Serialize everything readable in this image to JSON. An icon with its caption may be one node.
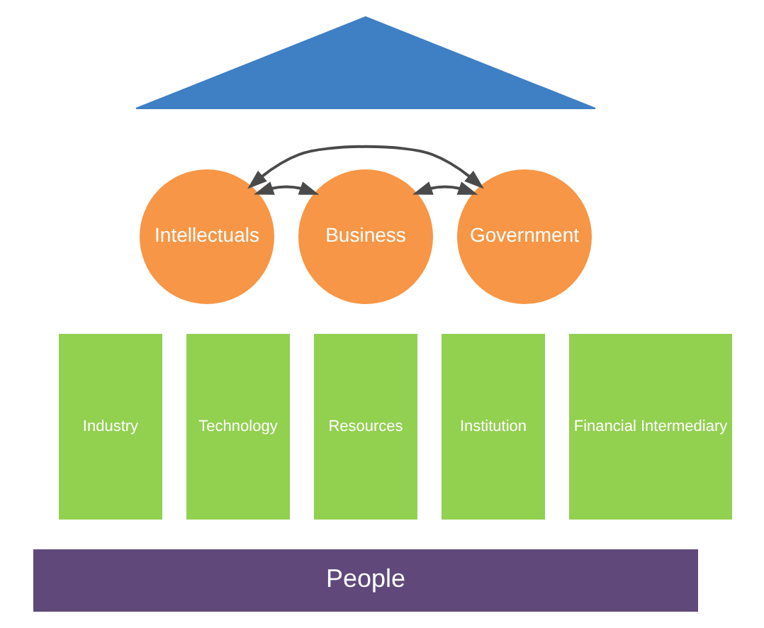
{
  "diagram": {
    "nodes": [
      {
        "text": [],
        "shape": "triangle"
      },
      {
        "text": [
          "Intellectuals"
        ]
      },
      {
        "text": [
          "Business"
        ]
      },
      {
        "text": [
          "Government"
        ]
      },
      {
        "text": [
          "Industry"
        ]
      },
      {
        "text": [
          "Technology"
        ]
      },
      {
        "text": [
          "Resources"
        ]
      },
      {
        "text": [
          "Institution"
        ]
      },
      {
        "text": [
          "Financial Intermediary"
        ]
      },
      {
        "text": [
          "People"
        ]
      }
    ],
    "edges": [
      {
        "from": 1,
        "to": 2,
        "arrow": "both"
      },
      {
        "from": 2,
        "to": 3,
        "arrow": "both"
      },
      {
        "from": 1,
        "to": 3,
        "arrow": "both"
      }
    ]
  }
}
